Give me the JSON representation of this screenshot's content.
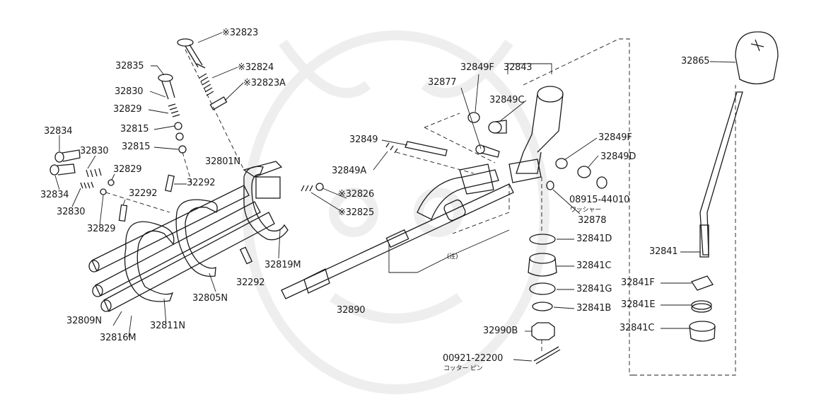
{
  "watermark": "samurai-helmet-logo",
  "labels": {
    "p32823": "※32823",
    "p32824": "※32824",
    "p32823A": "※32823A",
    "p32835": "32835",
    "p32830_top": "32830",
    "p32829_top": "32829",
    "p32815_a": "32815",
    "p32815_b": "32815",
    "p32834_top": "32834",
    "p32830_mid": "32830",
    "p32829_mid": "32829",
    "p32834_bot": "32834",
    "p32830_bot": "32830",
    "p32829_bot": "32829",
    "p32292_a": "32292",
    "p32292_b": "32292",
    "p32292_c": "32292",
    "p32801N": "32801N",
    "p32826": "※32826",
    "p32825": "※32825",
    "p32819M": "32819M",
    "p32805N": "32805N",
    "p32809N": "32809N",
    "p32816M": "32816M",
    "p32811N": "32811N",
    "p32849": "32849",
    "p32849A": "32849A",
    "p32877": "32877",
    "p32849F_top": "32849F",
    "p32843": "32843",
    "p32849C": "32849C",
    "p32849F_right": "32849F",
    "p32849D": "32849D",
    "p08915": "08915-44010",
    "p08915_sub": "ワッシャー",
    "p32878": "32878",
    "note_chu": "(注)",
    "p32890": "32890",
    "p32841D": "32841D",
    "p32841C_mid": "32841C",
    "p32841G": "32841G",
    "p32841B": "32841B",
    "p32990B": "32990B",
    "p00921": "00921-22200",
    "p00921_sub": "コッター ピン",
    "p32865": "32865",
    "p32841": "32841",
    "p32841F": "32841F",
    "p32841E": "32841E",
    "p32841C_right": "32841C"
  }
}
